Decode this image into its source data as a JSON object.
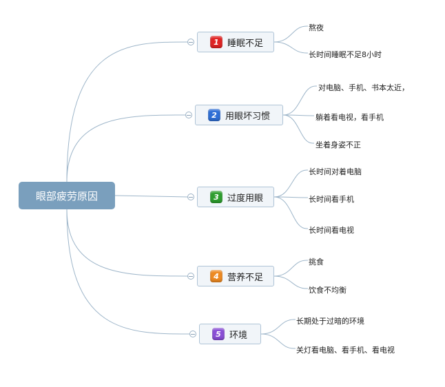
{
  "root": {
    "label": "眼部疲劳原因"
  },
  "branches": [
    {
      "label": "睡眠不足",
      "number": "1",
      "color": "#e02424",
      "leaves": [
        "熬夜",
        "长时间睡眠不足8小时"
      ]
    },
    {
      "label": "用眼坏习惯",
      "number": "2",
      "color": "#2f6fd6",
      "leaves": [
        "对电脑、手机、书本太近，",
        "躺着看电视，看手机",
        "坐着身姿不正"
      ]
    },
    {
      "label": "过度用眼",
      "number": "3",
      "color": "#2e9e2e",
      "leaves": [
        "长时间对着电脑",
        "长时间看手机",
        "长时间看电视"
      ]
    },
    {
      "label": "营养不足",
      "number": "4",
      "color": "#ee8a22",
      "leaves": [
        "挑食",
        "饮食不均衡"
      ]
    },
    {
      "label": "环境",
      "number": "5",
      "color": "#8a4fd6",
      "leaves": [
        "长期处于过暗的环境",
        "关灯看电脑、看手机、看电视"
      ]
    }
  ],
  "colors": {
    "root_fill": "#7a9fbd",
    "connector": "#9db5c9",
    "node_fill": "#f1f5f9",
    "node_border": "#aec3d6"
  }
}
